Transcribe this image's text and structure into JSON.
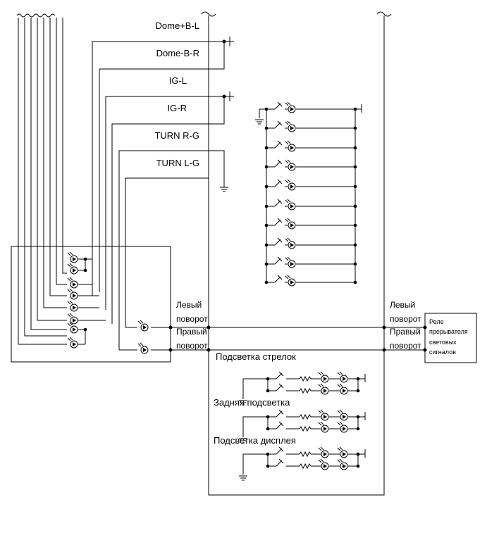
{
  "wire_labels": [
    "Dome+B-L",
    "Dome-B-R",
    "IG-L",
    "IG-R",
    "TURN R-G",
    "TURN L-G"
  ],
  "left_signals": {
    "left_turn_1": "Левый",
    "left_turn_2": "поворот",
    "right_turn_1": "Правый",
    "right_turn_2": "поворот"
  },
  "right_signals": {
    "left_turn_1": "Левый",
    "left_turn_2": "поворот",
    "right_turn_1": "Правый",
    "right_turn_2": "поворот"
  },
  "relay": {
    "line1": "Реле",
    "line2": "прерывателя",
    "line3": "световых",
    "line4": "сигналов"
  },
  "sections": {
    "needles": "Подсветка стрелок",
    "rear": "Задняя подсветка",
    "display": "Подсветка дисплея"
  }
}
